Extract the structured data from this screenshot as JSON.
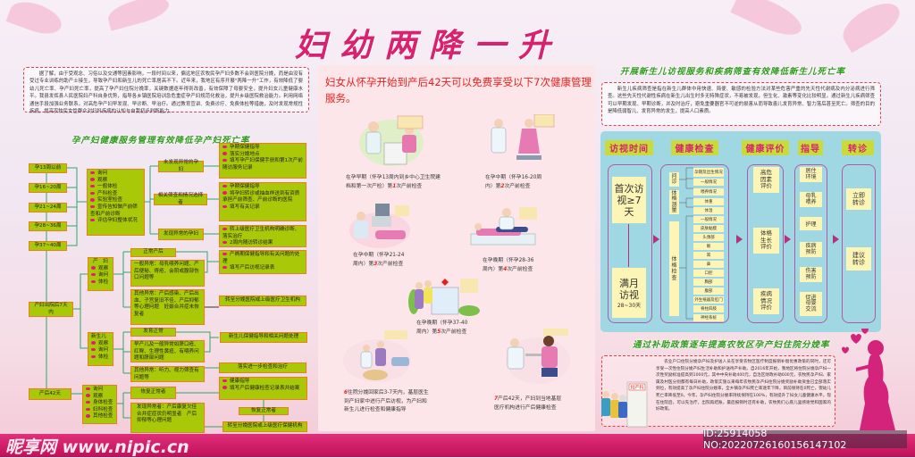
{
  "title": "妇幼两降一升",
  "intro": "据了解，由于受观念、习俗以及交通等因素影响，一段时间以来，偏远地区农牧民孕产妇多数不会到医院分娩，而是由没有受过专业训练的助产士接生，导致孕产妇和新生儿的死亡率居高不下。近年来，我地区有序开展\"两降一升\"工作，有效降低了婴幼儿死亡率、孕产妇死亡率，提高了孕产妇住院分娩率，关键数据逐年得到改善，有效保障了母婴安全，提升妇女儿童健康水平。我县发挥县人民医院妇产科自身优势，指导各乡镇医院培训急危重症孕产妇规范化救治，提升乡级医院救治能力。利用网络通信手段加强业务联系，对高危孕产妇早发现、早诊断、早治疗。通过教育宣讲、免费诊疗、免费体检等措施，及时发现常规性疾病，提高农牧民女性群众对妇科疾病的认知与自我初步判断能力。",
  "left_heading": "孕产妇健康服务管理有效降低孕产妇死亡率",
  "flow": {
    "weeks": [
      "孕13周以前",
      "孕16~20周",
      "孕21~24周",
      "孕28~36周",
      "孕37~40周"
    ],
    "prenatal_items": [
      "询问",
      "观察",
      "一般体检",
      "产科检查",
      "实验室检查",
      "宣传告知做产前筛查和产前诊断",
      "评估孕妇整体状况"
    ],
    "branch_normal": "未发现异常的孕妇",
    "branch_screen": "相关筛查和情况选择者",
    "branch_abnormal": "发现异常的孕妇",
    "normal_actions": [
      "孕期保健指导",
      "落实分娩地点",
      "填写孕产妇保健手册和第1次产前随访服务记录"
    ],
    "screen_actions": [
      "孕期保健指导",
      "将孕妇转诊或抽血样送到有资质承担产前筛查、产前诊断的医院",
      "填写有关记录"
    ],
    "abnormal_actions": [
      "转上级医疗卫生机构明确诊断、落实治疗",
      "2周内随访转诊结果"
    ],
    "postpartum_7": "产妇出院后7天内",
    "mother_title": "产　妇",
    "mother_items": [
      "观察",
      "询问",
      "体检"
    ],
    "mother_normal": "正常产后",
    "mother_general": "一般异常：母乳喂养问题、产后便秘、痔疮、会阴或腹部伤口问题等",
    "mother_other": "其他异常：产后感染、产后出血、子宫复旧不佳、产后抑郁等心理问题　妊娠合并症未恢复者",
    "mother_guide": [
      "产褥期保健指导和有关问题的处理",
      "填写产后访视记录表"
    ],
    "mother_refer": "转至分娩医院或上级医疗卫生机构",
    "baby_title": "新生儿",
    "baby_items": [
      "观察",
      "询问",
      "体检"
    ],
    "baby_normal": "发育正常",
    "baby_general": "早产儿及一般异常如脐口疮、红臀、生理性黄疸、有喂养问题和脐部问题",
    "baby_other": "其他异常：听力、视力筛查有问题等",
    "baby_guide": "新生儿保健指导和相关问题处理",
    "baby_further": "落实进一步检查和治疗",
    "postpartum_42": "产后42天",
    "p42_items": [
      "询问",
      "观察",
      "身体检查",
      "妇科检查",
      "其他检查"
    ],
    "p42_recovered": "恢复正常者",
    "p42_abnormal": "发现异常者：产后康复欠佳　合并症症状仍明显者　产后抑郁等心理问题",
    "p42_guide": [
      "健康指导",
      "填写产后健康检查记录表并结案"
    ],
    "p42_recovered2": "恢复正常者",
    "p42_refer": "转至分娩医院或上级医疗保健机构"
  },
  "center": {
    "heading": "妇女从怀孕开始到产后42天可以免费享受以下7次健康管理服务。",
    "steps": [
      {
        "pre": "在孕早期（怀孕13周内到乡中心卫生院建档和第一次产检）第",
        "num": "1",
        "post": "次产前检查"
      },
      {
        "pre": "在孕中期（怀孕16-20周内）第",
        "num": "2",
        "post": "次产前检查"
      },
      {
        "pre": "在孕中期（怀孕21-24周内）第",
        "num": "3",
        "post": "次产前检查"
      },
      {
        "pre": "在孕晚期（怀孕28-36周内）第",
        "num": "4",
        "post": "次产前检查"
      },
      {
        "pre": "在孕晚期（怀孕37-40周内）第",
        "num": "5",
        "post": "次产前检查"
      },
      {
        "pre": "",
        "num": "6",
        "post": "住院分娩回家后3-7天内，基层医生到产妇家中进行产后访视，为产妇和新生儿进行检查和健康指导"
      },
      {
        "pre": "",
        "num": "7",
        "post": "产后42天，产妇到当地基层医疗机构进行产后健康检查"
      }
    ],
    "hospital_sign": "妇产科"
  },
  "right_heading": "开展新生儿访视服务和疾病筛查有效降低新生儿死亡率",
  "right_text": "新生儿疾病筛查是指在新生儿群体中用快速、简便、敏感的检验方法对某些危害严重的先天性代谢病及内分泌病进行筛查。这些先天性代谢性疾病在新生儿出生时多无特殊症状，不易被发现，但生化、激素等变化比较明显，通过新生儿疾病筛查可以早期发现、早期诊断，并及时治疗，避免重要器官不可逆的损害从而导致患儿发育异常、智力落后甚至死亡。筛查的目的是降低弱智儿、发育异常的发生，提高人口素质。",
  "visit": {
    "headers": [
      "访视时间",
      "健康检查",
      "健康评价",
      "指导",
      "转诊"
    ],
    "first_visit": "首次访视≥7天",
    "month_visit": "满月访视",
    "month_days": "28~30天",
    "inquiry": "问诊",
    "measure": "体格测量",
    "physical": "体格检查",
    "inquiry_items": [
      "孕期及出生情况",
      "一般情况",
      "喂养情况"
    ],
    "measure_items": [
      "体重",
      "体温"
    ],
    "physical_items": [
      "一般情况",
      "皮肤黏膜",
      "头颈部",
      "眼",
      "耳",
      "鼻",
      "口腔",
      "胸部",
      "腹部",
      "外生殖器及肛门",
      "脊柱四肢",
      "神经系统"
    ],
    "evaluation": [
      "高危因素评价",
      "体格生长评价",
      "疾病情况评价"
    ],
    "guidance": [
      "居住环境",
      "母乳喂养",
      "护理",
      "疾病预防",
      "伤害预防",
      "促进母婴交流"
    ],
    "referral": [
      "立即转诊",
      "建议转诊"
    ]
  },
  "bottom_heading": "通过补助政策逐年提高农牧区孕产妇住院分娩率",
  "bottom_text": "农业户口住院分娩孕产妇及护送人员在享受农牧区医疗制度报销补偿优惠政策的同时，还可享受一次性住院分娩产妇生活补助和护送待产补助。自2016年开始，我地区将住院分娩孕产妇一次性奖励标准提高到1000元，其中中央补助400元，自治区财政补助600元，农牧民孕产妇、家属及村医分别都有每日补助，政策实施以来每年农牧民孕产妇住院分娩奖励补助资金已全部落实到位，有效提高了孕产妇住院分娩率，全乡镇孕产妇死亡率逐年下降，目前保持在0死亡，婴幼儿死亡率降低至0。今年，孕产妇住院分娩率持续保持在100%，有效提升了妇女儿童健康水平。现在住院后，可以先治疗，出院再结账，最后报销时还有补助，农牧民们心底儿里感谢党和国家的好政策。",
  "watermark": {
    "site": "昵享网 www.nipic.cn",
    "id": "ID:25914058 NO:20220726160156147102"
  },
  "colors": {
    "title": "#d8226f",
    "box": "#a8c808",
    "box_border": "#f07c1c",
    "panel": "#9fd8e2",
    "banner": "#d0206a"
  }
}
